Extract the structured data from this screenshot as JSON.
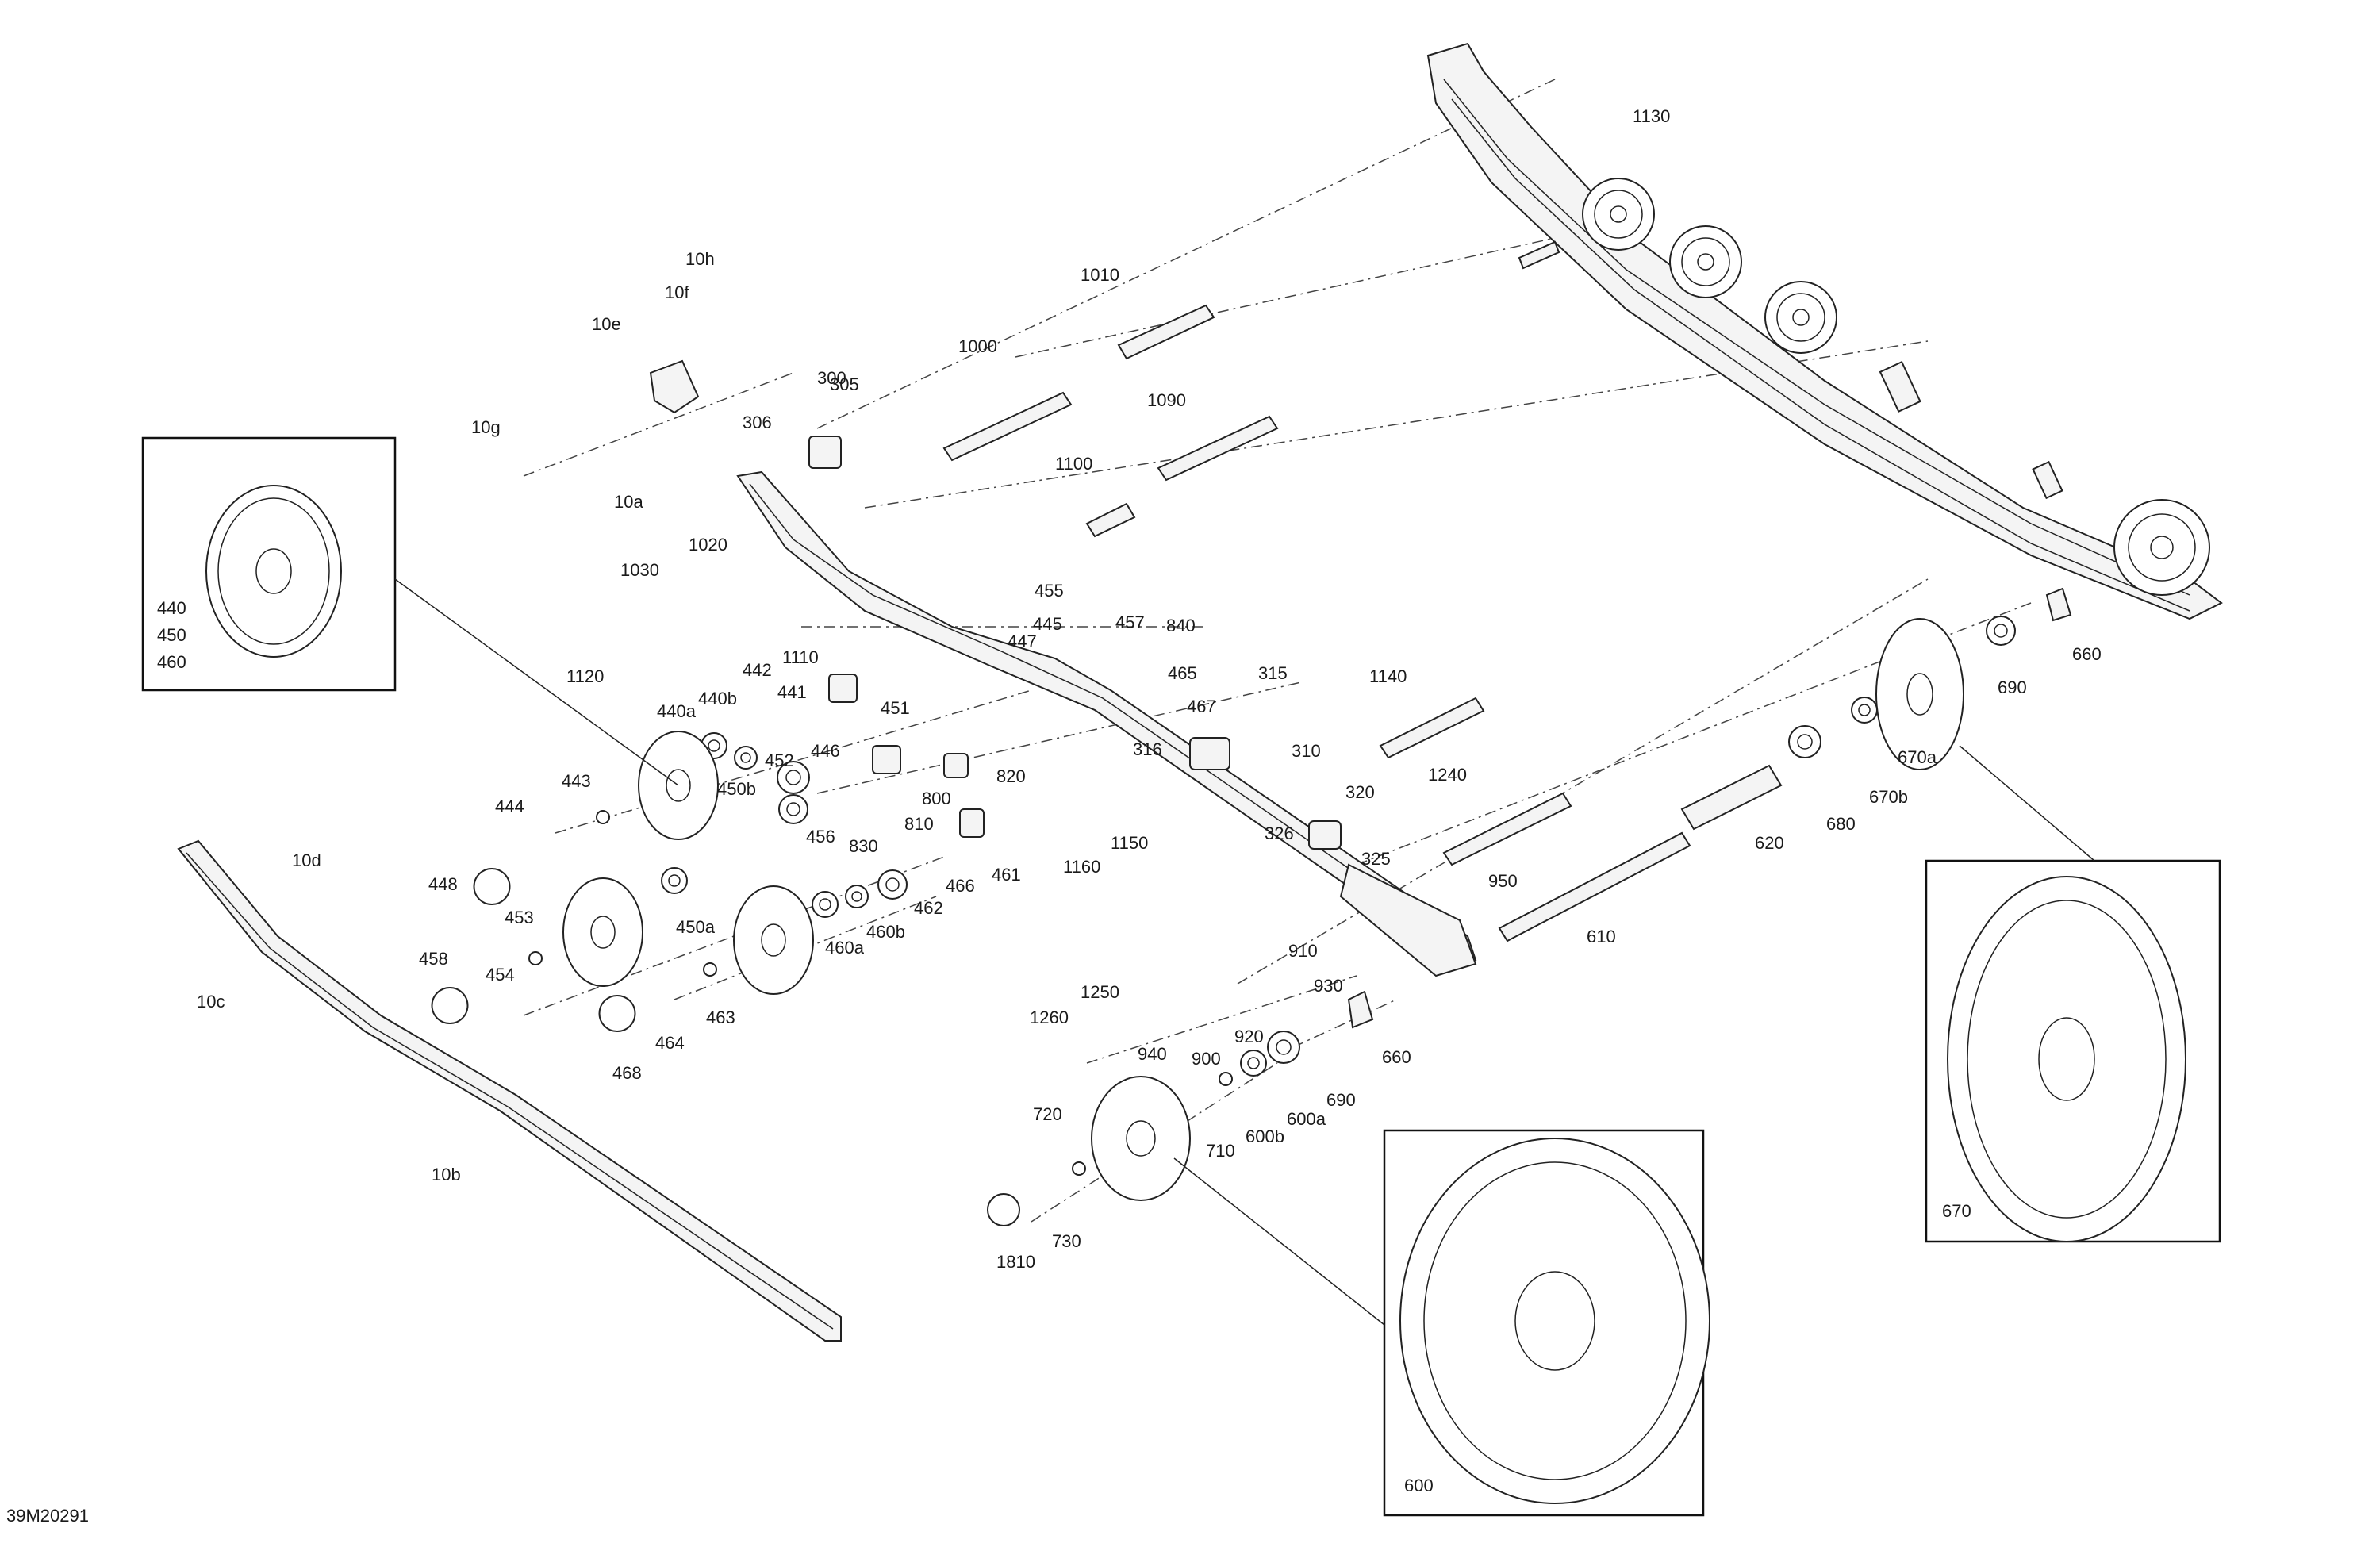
{
  "drawing_code": "39M20291",
  "callouts": {
    "c1130": "1130",
    "c1010": "1010",
    "c1000": "1000",
    "c1090": "1090",
    "c1100": "1100",
    "c10h": "10h",
    "c10f": "10f",
    "c10e": "10e",
    "c10g": "10g",
    "c10a": "10a",
    "c300": "300",
    "c305": "305",
    "c306": "306",
    "c1020": "1020",
    "c1030": "1030",
    "c1110": "1110",
    "c1120": "1120",
    "c455": "455",
    "c445": "445",
    "c447": "447",
    "c457": "457",
    "c840": "840",
    "c465": "465",
    "c467": "467",
    "c315": "315",
    "c316": "316",
    "c310": "310",
    "c1140": "1140",
    "c442": "442",
    "c441": "441",
    "c440b": "440b",
    "c440a": "440a",
    "c446": "446",
    "c451": "451",
    "c452": "452",
    "c820": "820",
    "c443": "443",
    "c450b": "450b",
    "c800": "800",
    "c456": "456",
    "c830": "830",
    "c810": "810",
    "c461": "461",
    "c444": "444",
    "c462": "462",
    "c466": "466",
    "c448": "448",
    "c450a": "450a",
    "c460b": "460b",
    "c460a": "460a",
    "c453": "453",
    "c454": "454",
    "c458": "458",
    "c463": "463",
    "c464": "464",
    "c468": "468",
    "c10d": "10d",
    "c10c": "10c",
    "c10b": "10b",
    "c320": "320",
    "c326": "326",
    "c325": "325",
    "c1240": "1240",
    "c1150": "1150",
    "c1160": "1160",
    "c620": "620",
    "c680": "680",
    "c950": "950",
    "c610": "610",
    "c910": "910",
    "c930": "930",
    "c1250": "1250",
    "c1260": "1260",
    "c940": "940",
    "c900": "900",
    "c920": "920",
    "c660b": "660",
    "c690b": "690",
    "c600a": "600a",
    "c600b": "600b",
    "c710": "710",
    "c720": "720",
    "c730": "730",
    "c1810": "1810",
    "c660": "660",
    "c690": "690",
    "c670a": "670a",
    "c670b": "670b"
  },
  "detail_views": {
    "view_440": [
      "440",
      "450",
      "460"
    ],
    "view_670": "670",
    "view_600": "600"
  }
}
